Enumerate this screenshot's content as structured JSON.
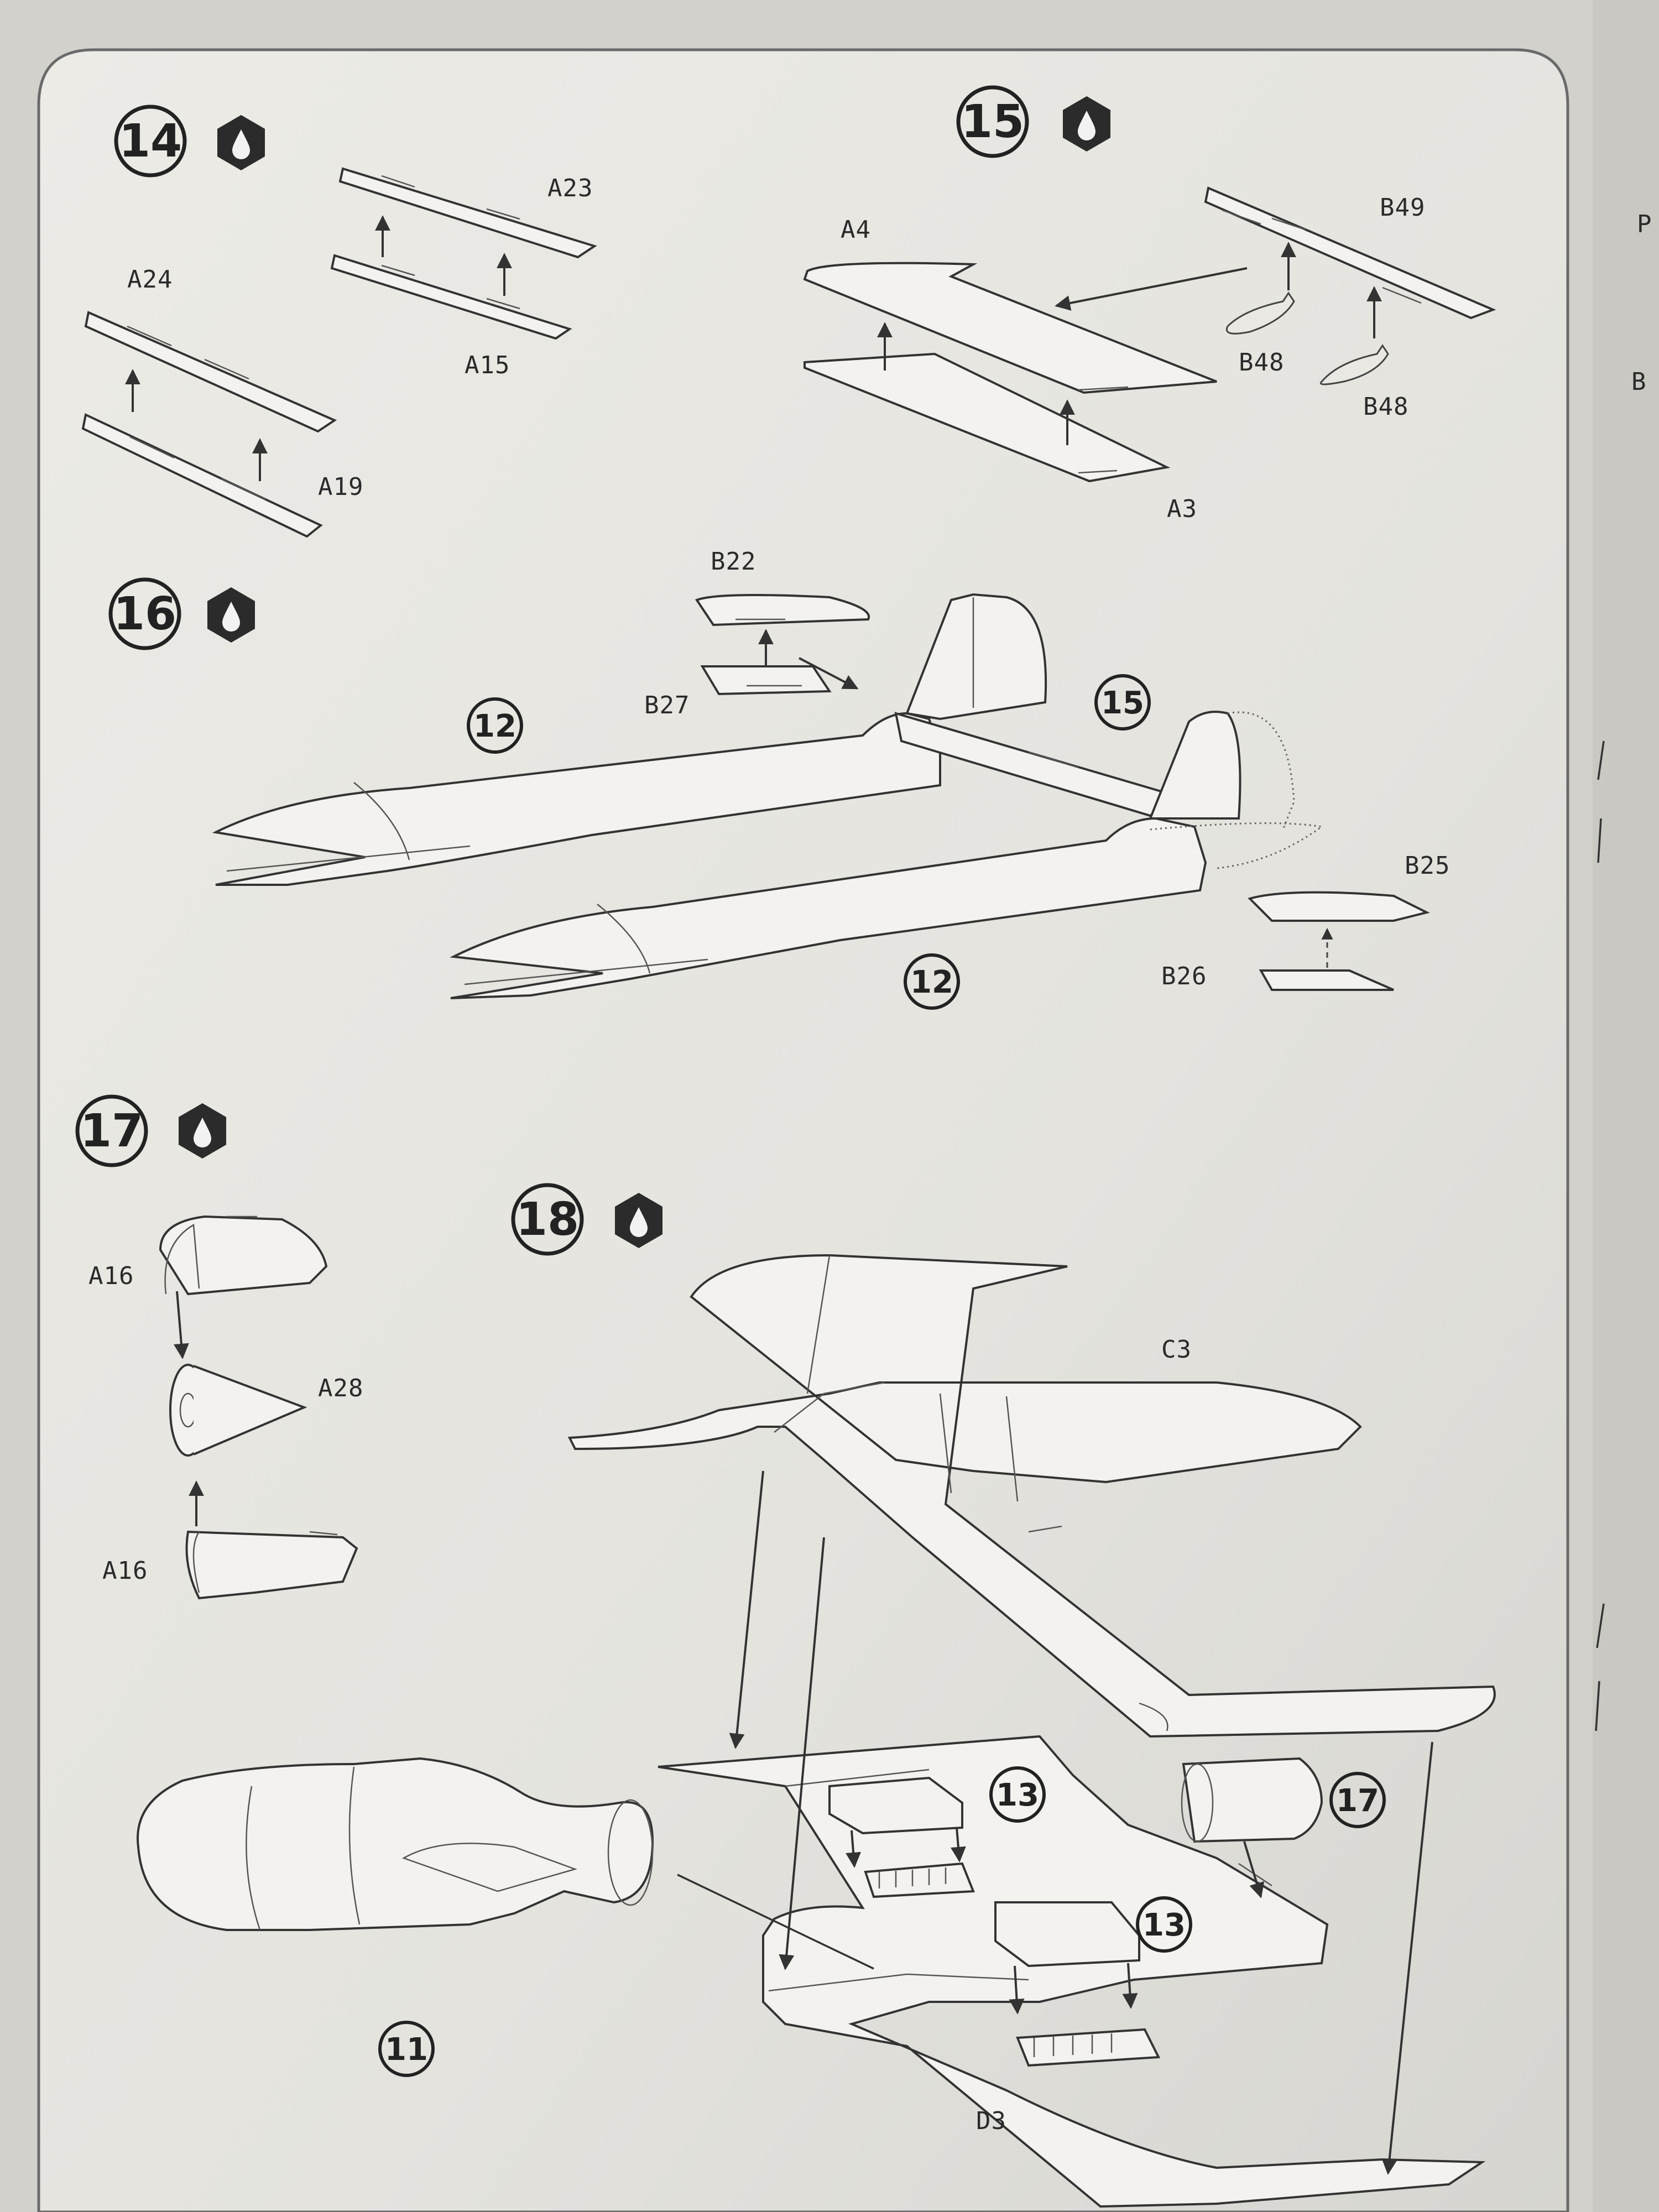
{
  "steps": {
    "s14": {
      "number": "14",
      "parts": [
        "A23",
        "A24",
        "A15",
        "A19"
      ]
    },
    "s15": {
      "number": "15",
      "parts": [
        "A4",
        "B49",
        "B48",
        "B48",
        "A3"
      ]
    },
    "s16": {
      "number": "16",
      "parts": [
        "B22",
        "B27",
        "B25",
        "B26"
      ],
      "refs": [
        "12",
        "15",
        "12"
      ]
    },
    "s17": {
      "number": "17",
      "parts": [
        "A16",
        "A28",
        "A16"
      ]
    },
    "s18": {
      "number": "18",
      "parts": [
        "C3",
        "D3"
      ],
      "refs": [
        "13",
        "13",
        "17",
        "11"
      ]
    }
  },
  "icons": {
    "glue": "glue-drop-icon"
  },
  "edge": {
    "letters": [
      "P",
      "B"
    ]
  }
}
